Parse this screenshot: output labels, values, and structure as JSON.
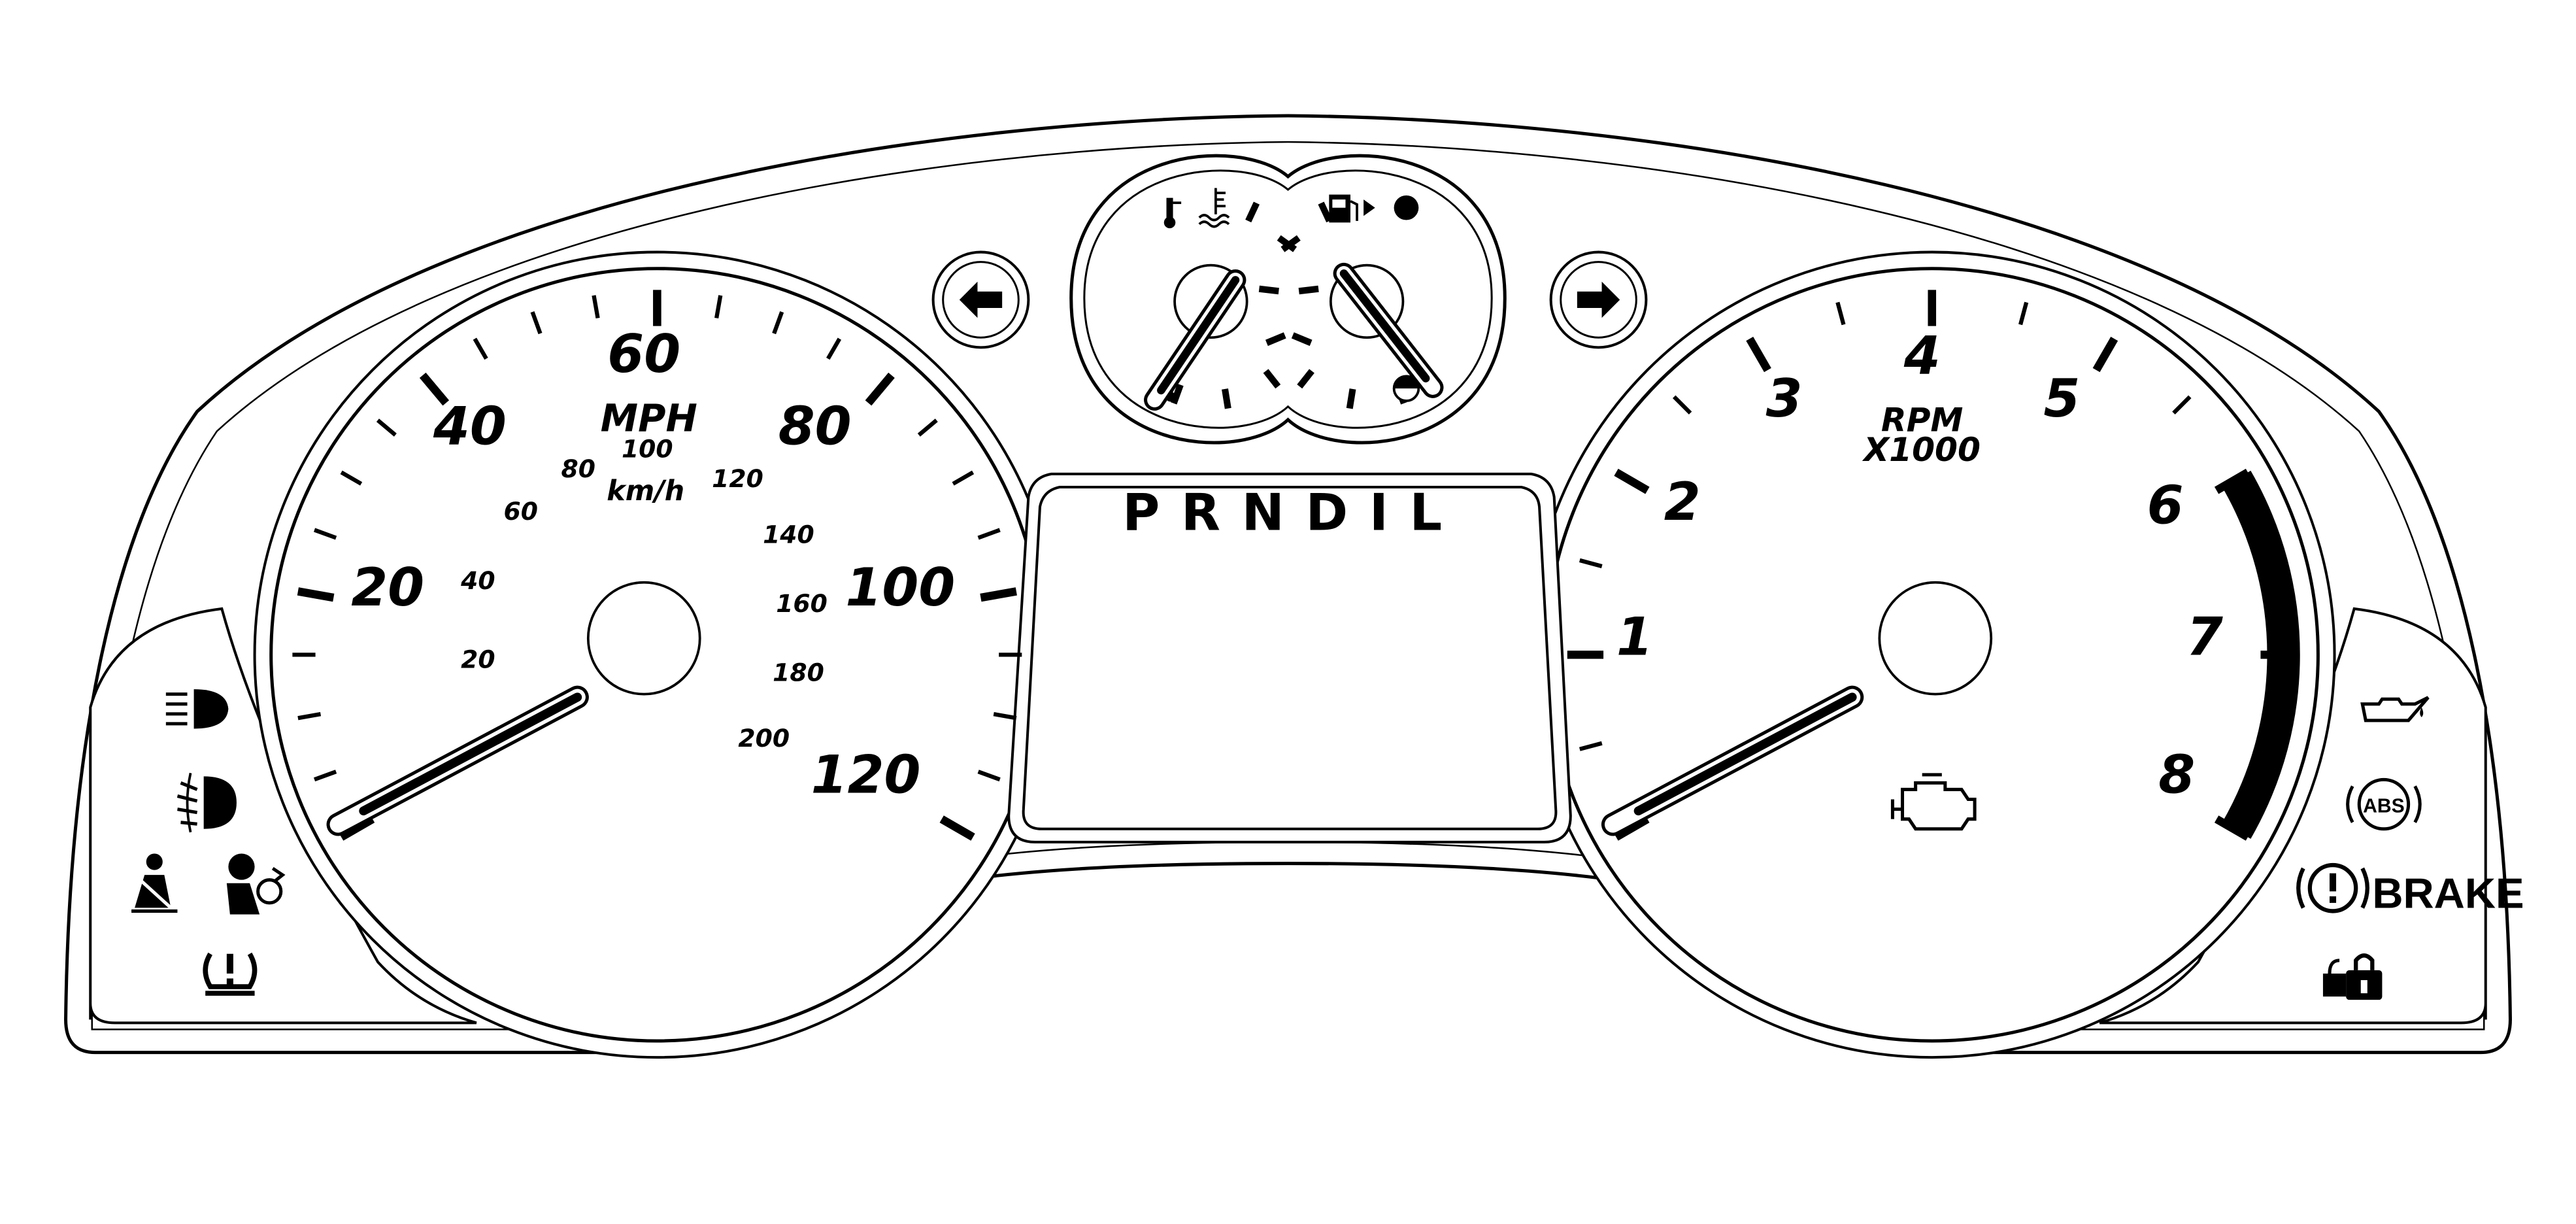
{
  "speedometer": {
    "unit_primary": "MPH",
    "unit_secondary": "km/h",
    "mph_labels": [
      "20",
      "40",
      "60",
      "80",
      "100",
      "120"
    ],
    "kmh_labels": [
      "20",
      "40",
      "60",
      "80",
      "100",
      "120",
      "140",
      "160",
      "180",
      "200"
    ],
    "needle_value_mph": 0
  },
  "tachometer": {
    "unit_line1": "RPM",
    "unit_line2": "X1000",
    "labels": [
      "1",
      "2",
      "3",
      "4",
      "5",
      "6",
      "7",
      "8"
    ],
    "needle_value": 0
  },
  "gear_indicator": {
    "text": "PRNDIL"
  },
  "brake_warning": {
    "text": "BRAKE"
  },
  "abs_warning": {
    "text": "ABS"
  },
  "colors": {
    "line": "#000000",
    "face": "#ffffff"
  },
  "icons": {
    "left_panel": [
      "high-beam-icon",
      "fog-lamp-icon",
      "seatbelt-icon",
      "airbag-icon",
      "tire-pressure-icon"
    ],
    "right_panel": [
      "oil-pressure-icon",
      "abs-icon",
      "brake-warning-icon",
      "security-lock-icon"
    ],
    "center": [
      "turn-left-arrow-icon",
      "turn-right-arrow-icon",
      "temperature-icon",
      "coolant-icon",
      "fuel-pump-icon",
      "check-engine-icon"
    ]
  }
}
